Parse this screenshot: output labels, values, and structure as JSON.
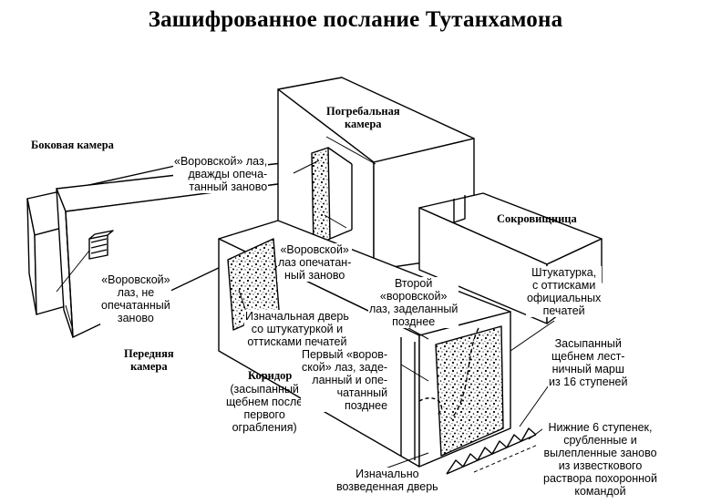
{
  "title": "Зашифрованное послание Тутанхамона",
  "labels": {
    "side_chamber": "Боковая камера",
    "burial_chamber": "Погребальная\nкамера",
    "treasury": "Сокровищница",
    "front_chamber": "Передняя\nкамера",
    "corridor_title": "Коридор",
    "corridor_note": "(засыпанный\nщебнем после\nпервого\nограбления)",
    "thief_twice": "«Воровской» лаз,\nдважды опеча-\nтанный заново",
    "thief_not_resealed": "«Воровской»\nлаз, не\nопечатанный\nзаново",
    "thief_resealed": "«Воровской»\nлаз опечатан-\nный заново",
    "second_thief": "Второй\n«воровской»\nлаз, заделанный\nпозднее",
    "original_door": "Изначальная дверь\nсо штукатуркой и\nоттисками печатей",
    "first_thief": "Первый «воров-\nской» лаз, заде-\nланный и опе-\nчатанный\nпозднее",
    "plaster": "Штукатурка,\nс оттисками\nофициальных\nпечатей",
    "filled_stairs": "Засыпанный\nщебнем лест-\nничный марш\nиз 16 ступеней",
    "lower_steps": "Нижние 6 ступенек,\nсрубленные и\nвылепленные заново\nиз известкового\nраствора похоронной\nкомандой",
    "original_erected_door": "Изначально\nвозведенная дверь"
  }
}
